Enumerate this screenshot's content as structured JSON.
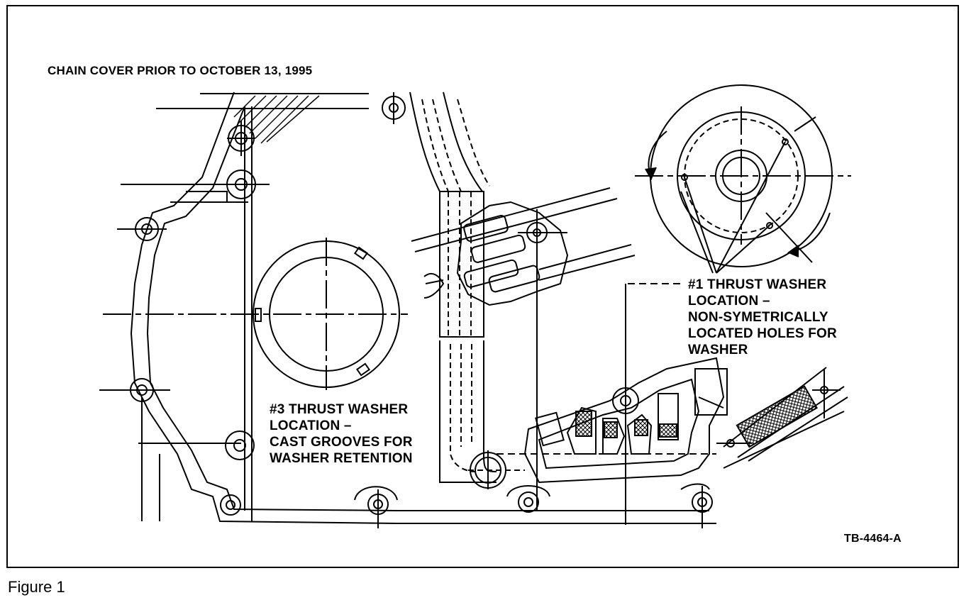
{
  "figure": {
    "title": "CHAIN COVER PRIOR TO OCTOBER 13, 1995",
    "code": "TB-4464-A",
    "caption": "Figure 1"
  },
  "labels": {
    "washer3": [
      "#3 THRUST WASHER",
      "LOCATION –",
      "CAST GROOVES FOR",
      "WASHER RETENTION"
    ],
    "washer1": [
      "#1 THRUST WASHER",
      "LOCATION –",
      "NON-SYMETRICALLY",
      "LOCATED HOLES FOR",
      "WASHER"
    ]
  }
}
